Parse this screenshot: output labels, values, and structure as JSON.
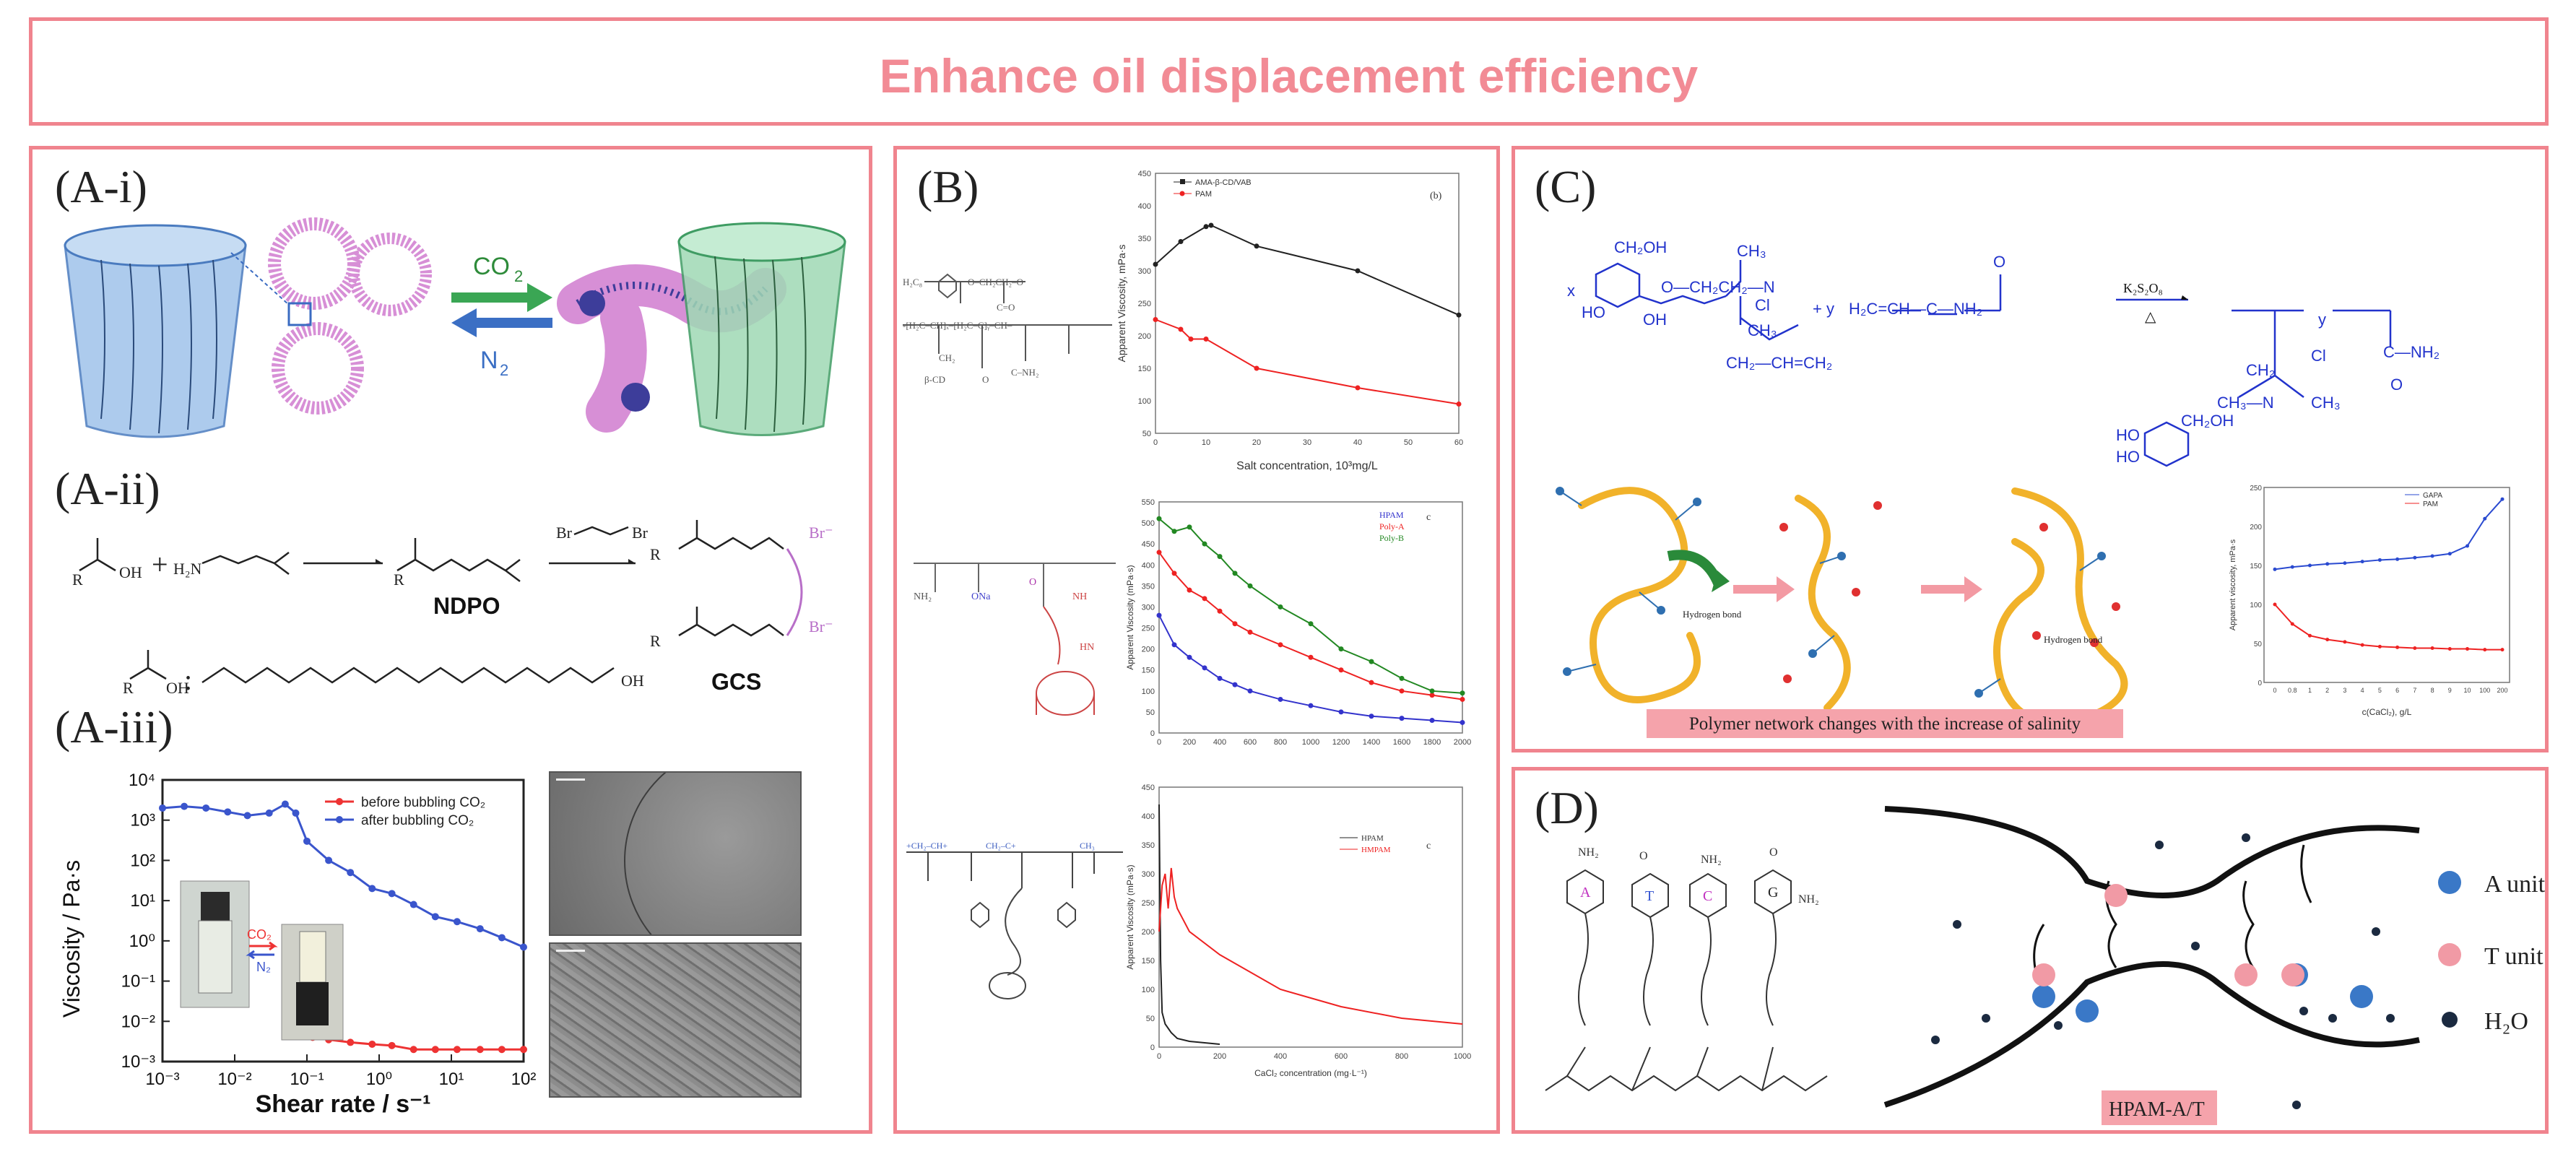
{
  "title": "Enhance oil displacement efficiency",
  "panels": {
    "A_i": {
      "label": "(A-i)",
      "gas_forward": "CO",
      "gas_forward_sub": "2",
      "gas_reverse": "N",
      "gas_reverse_sub": "2"
    },
    "A_ii": {
      "label": "(A-ii)",
      "intermediate": "NDPO",
      "product": "GCS",
      "r_group_colon": ":",
      "br_minus": "Br⁻",
      "plus": "+"
    },
    "A_iii": {
      "label": "(A-iii)",
      "ylabel": "Viscosity / Pa·s",
      "xlabel": "Shear rate / s⁻¹",
      "legend": [
        "before bubbling CO₂",
        "after bubbling CO₂"
      ],
      "vial_co2": "CO₂",
      "vial_n2": "N₂",
      "colors": {
        "before": "#ee3333",
        "after": "#3a55cc"
      }
    },
    "B": {
      "label": "(B)",
      "chart1": {
        "tag": "(b)",
        "legend": [
          "AMA-β-CD/VAB",
          "PAM"
        ],
        "ylabel": "Apparent Viscosity, mPa·s",
        "xlabel": "Salt concentration, 10³mg/L",
        "yticks": [
          "50",
          "100",
          "150",
          "200",
          "250",
          "300",
          "350",
          "400",
          "450"
        ],
        "xticks": [
          "0",
          "10",
          "20",
          "30",
          "40",
          "50",
          "60"
        ]
      },
      "chart2": {
        "tag": "c",
        "legend": [
          "HPAM",
          "Poly-A",
          "Poly-B"
        ],
        "ylabel": "Apparent Viscosity (mPa·s)",
        "yticks": [
          "0",
          "50",
          "100",
          "150",
          "200",
          "250",
          "300",
          "350",
          "400",
          "450",
          "500",
          "550"
        ],
        "xticks": [
          "0",
          "200",
          "400",
          "600",
          "800",
          "1000",
          "1200",
          "1400",
          "1600",
          "1800",
          "2000"
        ]
      },
      "chart3": {
        "tag": "c",
        "legend": [
          "HPAM",
          "HMPAM"
        ],
        "ylabel": "Apparent Viscosity (mPa·s)",
        "xlabel": "CaCl₂ concentration (mg·L⁻¹)",
        "yticks": [
          "0",
          "50",
          "100",
          "150",
          "200",
          "250",
          "300",
          "350",
          "400",
          "450"
        ],
        "xticks": [
          "0",
          "200",
          "400",
          "600",
          "800",
          "1000"
        ]
      }
    },
    "C": {
      "label": "(C)",
      "reagent": "K₂S₂O₈",
      "heat": "△",
      "amide": "C—NH₂",
      "plus_y": "+ y",
      "x": "x",
      "y_sub": "y",
      "cl": "Cl",
      "network_caption": "Polymer network changes with the increase of salinity",
      "hbond1": "Hydrogen bond",
      "hbond2": "Hydrogen bond",
      "inset": {
        "legend": [
          "GAPA",
          "PAM"
        ],
        "ylabel": "Apparent viscosity, mPa·s",
        "xlabel": "c(CaCl₂), g/L",
        "yticks": [
          "0",
          "50",
          "100",
          "150",
          "200",
          "250"
        ],
        "xticks": [
          "0",
          "0.8",
          "1",
          "2",
          "3",
          "4",
          "5",
          "6",
          "7",
          "8",
          "9",
          "10",
          "100",
          "200"
        ]
      }
    },
    "D": {
      "label": "(D)",
      "bases": [
        "A",
        "T",
        "C",
        "G"
      ],
      "legend": [
        "A unit",
        "T unit",
        "H₂O"
      ],
      "product_label": "HPAM-A/T"
    }
  },
  "chart_data": [
    {
      "type": "line",
      "id": "A_iii_viscosity",
      "log_x": true,
      "log_y": true,
      "xlim": [
        0.001,
        100
      ],
      "ylim": [
        0.001,
        10000
      ],
      "xticks": [
        "10⁻³",
        "10⁻²",
        "10⁻¹",
        "10⁰",
        "10¹",
        "10²"
      ],
      "yticks": [
        "10⁻³",
        "10⁻²",
        "10⁻¹",
        "10⁰",
        "10¹",
        "10²",
        "10³",
        "10⁴"
      ],
      "series": [
        {
          "name": "before bubbling CO₂",
          "x": [
            0.12,
            0.2,
            0.4,
            0.8,
            1.5,
            3,
            6,
            12,
            25,
            50,
            100
          ],
          "y": [
            0.004,
            0.0035,
            0.003,
            0.0027,
            0.0025,
            0.002,
            0.002,
            0.002,
            0.002,
            0.002,
            0.002
          ]
        },
        {
          "name": "after bubbling CO₂",
          "x": [
            0.001,
            0.002,
            0.004,
            0.008,
            0.015,
            0.03,
            0.05,
            0.07,
            0.1,
            0.2,
            0.4,
            0.8,
            1.5,
            3,
            6,
            12,
            25,
            50,
            100
          ],
          "y": [
            2000,
            2200,
            2000,
            1600,
            1300,
            1500,
            2500,
            1500,
            300,
            100,
            50,
            20,
            15,
            8,
            4,
            3,
            2,
            1.2,
            0.7
          ]
        }
      ]
    },
    {
      "type": "line",
      "id": "B_salt",
      "xlim": [
        0,
        60
      ],
      "ylim": [
        50,
        450
      ],
      "series": [
        {
          "name": "AMA-β-CD/VAB",
          "x": [
            0,
            5,
            10,
            11,
            20,
            40,
            60
          ],
          "y": [
            310,
            345,
            368,
            370,
            338,
            300,
            232
          ]
        },
        {
          "name": "PAM",
          "x": [
            0,
            5,
            7,
            10,
            20,
            40,
            60
          ],
          "y": [
            225,
            210,
            195,
            195,
            150,
            120,
            95
          ]
        }
      ]
    },
    {
      "type": "line",
      "id": "B_hpam_poly",
      "xlim": [
        0,
        2000
      ],
      "ylim": [
        0,
        550
      ],
      "series": [
        {
          "name": "HPAM",
          "x": [
            0,
            100,
            200,
            300,
            400,
            500,
            600,
            800,
            1000,
            1200,
            1400,
            1600,
            1800,
            2000
          ],
          "y": [
            280,
            210,
            180,
            155,
            130,
            115,
            100,
            80,
            65,
            50,
            40,
            35,
            30,
            25
          ]
        },
        {
          "name": "Poly-A",
          "x": [
            0,
            100,
            200,
            300,
            400,
            500,
            600,
            800,
            1000,
            1200,
            1400,
            1600,
            1800,
            2000
          ],
          "y": [
            430,
            380,
            340,
            320,
            290,
            260,
            240,
            210,
            180,
            150,
            120,
            100,
            90,
            80
          ]
        },
        {
          "name": "Poly-B",
          "x": [
            0,
            100,
            200,
            300,
            400,
            500,
            600,
            800,
            1000,
            1200,
            1400,
            1600,
            1800,
            2000
          ],
          "y": [
            510,
            480,
            490,
            450,
            420,
            380,
            350,
            300,
            260,
            200,
            170,
            130,
            100,
            95
          ]
        }
      ]
    },
    {
      "type": "line",
      "id": "B_cacl2",
      "xlim": [
        0,
        1000
      ],
      "ylim": [
        0,
        450
      ],
      "series": [
        {
          "name": "HPAM",
          "x": [
            0,
            5,
            10,
            20,
            40,
            60,
            100,
            200
          ],
          "y": [
            420,
            150,
            60,
            40,
            25,
            15,
            10,
            5
          ]
        },
        {
          "name": "HMPAM",
          "x": [
            0,
            5,
            10,
            20,
            30,
            40,
            50,
            60,
            100,
            200,
            400,
            600,
            800,
            1000
          ],
          "y": [
            200,
            240,
            280,
            300,
            240,
            310,
            260,
            240,
            200,
            160,
            100,
            70,
            50,
            40
          ]
        }
      ]
    },
    {
      "type": "line",
      "id": "C_inset",
      "ylim": [
        0,
        250
      ],
      "categories": [
        "0",
        "0.8",
        "1",
        "2",
        "3",
        "4",
        "5",
        "6",
        "7",
        "8",
        "9",
        "10",
        "100",
        "200"
      ],
      "series": [
        {
          "name": "GAPA",
          "values": [
            145,
            148,
            150,
            152,
            153,
            155,
            157,
            158,
            160,
            162,
            165,
            175,
            210,
            235
          ]
        },
        {
          "name": "PAM",
          "values": [
            100,
            75,
            60,
            55,
            52,
            48,
            46,
            45,
            44,
            44,
            43,
            43,
            42,
            42
          ]
        }
      ]
    }
  ]
}
